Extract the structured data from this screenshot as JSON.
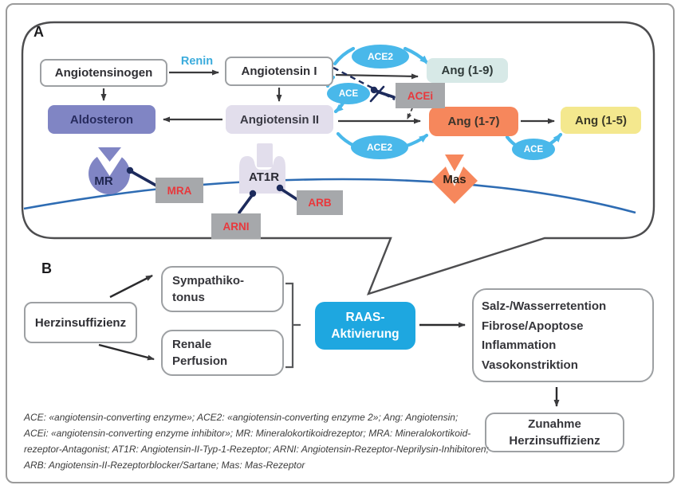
{
  "panel_a": {
    "label": "A",
    "boxes": {
      "angiotensinogen": "Angiotensinogen",
      "angiotensin_1": "Angiotensin I",
      "aldosteron": "Aldosteron",
      "angiotensin_2": "Angiotensin II",
      "ang_1_9": "Ang (1-9)",
      "ang_1_7": "Ang (1-7)",
      "ang_1_5": "Ang (1-5)"
    },
    "renin_label": "Renin",
    "enzymes": {
      "ace2_top": "ACE2",
      "ace_top": "ACE",
      "ace2_bottom": "ACE2",
      "ace_bottom": "ACE"
    },
    "drugs": {
      "acei": "ACEi",
      "mra": "MRA",
      "arni": "ARNI",
      "arb": "ARB"
    },
    "receptors": {
      "mr": "MR",
      "at1r": "AT1R",
      "mas": "Mas"
    }
  },
  "panel_b": {
    "label": "B",
    "herzinsuffizienz": "Herzinsuffizienz",
    "sympathikotonus": {
      "line1": "Sympathiko-",
      "line2": "tonus"
    },
    "renale_perfusion": {
      "line1": "Renale",
      "line2": "Perfusion"
    },
    "raas": {
      "line1": "RAAS-",
      "line2": "Aktivierung"
    },
    "outcomes": [
      "Salz-/Wasserretention",
      "Fibrose/Apoptose",
      "Inflammation",
      "Vasokonstriktion"
    ],
    "zunahme": {
      "line1": "Zunahme",
      "line2": "Herzinsuffizienz"
    }
  },
  "footnote": {
    "line1": "ACE: «angiotensin-converting enzyme»; ACE2: «angiotensin-converting enzyme 2»; Ang: Angiotensin;",
    "line2": "ACEi: «angiotensin-converting enzyme inhibitor»; MR: Mineralokortikoidrezeptor; MRA: Mineralokortikoid-",
    "line3": "rezeptor-Antagonist; AT1R: Angiotensin-II-Typ-1-Rezeptor; ARNI: Angiotensin-Rezeptor-Neprilysin-Inhibitoren;",
    "line4": "ARB: Angiotensin-II-Rezeptorblocker/Sartane; Mas: Mas-Rezeptor"
  },
  "colors": {
    "enzyme_blue": "#49b8ea",
    "raas_blue": "#1ea7e0",
    "membrane_blue": "#2e6cb3",
    "inhibitor_navy": "#1d2b5c",
    "aldosteron_purple": "#8085c4",
    "angiotensin2_lavender": "#e2deec",
    "ang19_teal": "#d7e9e7",
    "ang17_coral": "#f6875c",
    "ang15_yellow": "#f4e88e",
    "drug_gray": "#a6a8ab",
    "drug_text_red": "#e8383c",
    "increase_red": "#e0393a",
    "decrease_gray": "#9c9ea0"
  }
}
